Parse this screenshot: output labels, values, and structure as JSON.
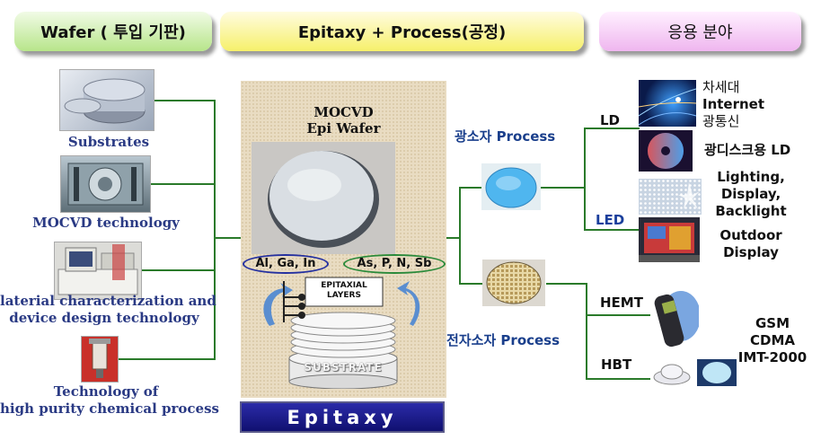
{
  "headers": {
    "wafer": "Wafer ( 투입 기판)",
    "epi": "Epitaxy   +   Process(공정)",
    "app": "응용 분야"
  },
  "left": [
    {
      "lines": [
        "Substrates"
      ]
    },
    {
      "lines": [
        "MOCVD technology"
      ]
    },
    {
      "lines": [
        "laterial characterization and",
        "device design technology"
      ]
    },
    {
      "lines": [
        "Technology of",
        "high purity chemical process"
      ]
    }
  ],
  "center": {
    "wafer_title_1": "MOCVD",
    "wafer_title_2": "Epi Wafer",
    "group3": "Al, Ga, In",
    "group5": "As, P, N, Sb",
    "layers_1": "EPITAXIAL",
    "layers_2": "LAYERS",
    "substrate": "SUBSTRATE",
    "banner": "Epitaxy"
  },
  "processes": {
    "optical": "광소자 Process",
    "electronic": "전자소자 Process"
  },
  "devices": {
    "ld": "LD",
    "led": "LED",
    "hemt": "HEMT",
    "hbt": "HBT"
  },
  "applications": {
    "internet": [
      "차세대",
      "Internet",
      "광통신"
    ],
    "optical_disc": "광디스크용 LD",
    "lighting": [
      "Lighting,",
      "Display,",
      "Backlight"
    ],
    "outdoor": [
      "Outdoor",
      "Display"
    ],
    "mobile": [
      "GSM",
      "CDMA",
      "IMT-2000"
    ]
  }
}
